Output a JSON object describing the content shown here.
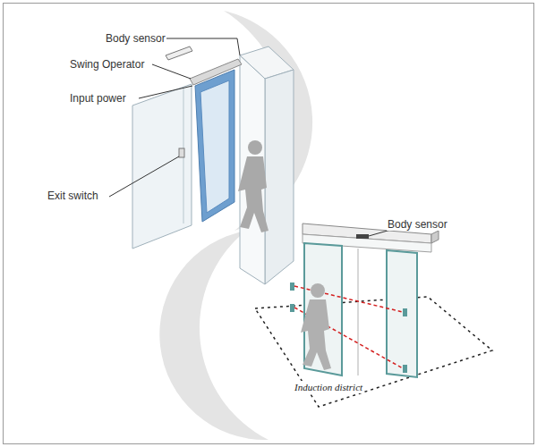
{
  "diagram": {
    "labels": [
      "Body sensor",
      "Swing Operator",
      "Input power",
      "Exit switch",
      "Body sensor",
      "Induction district"
    ]
  }
}
